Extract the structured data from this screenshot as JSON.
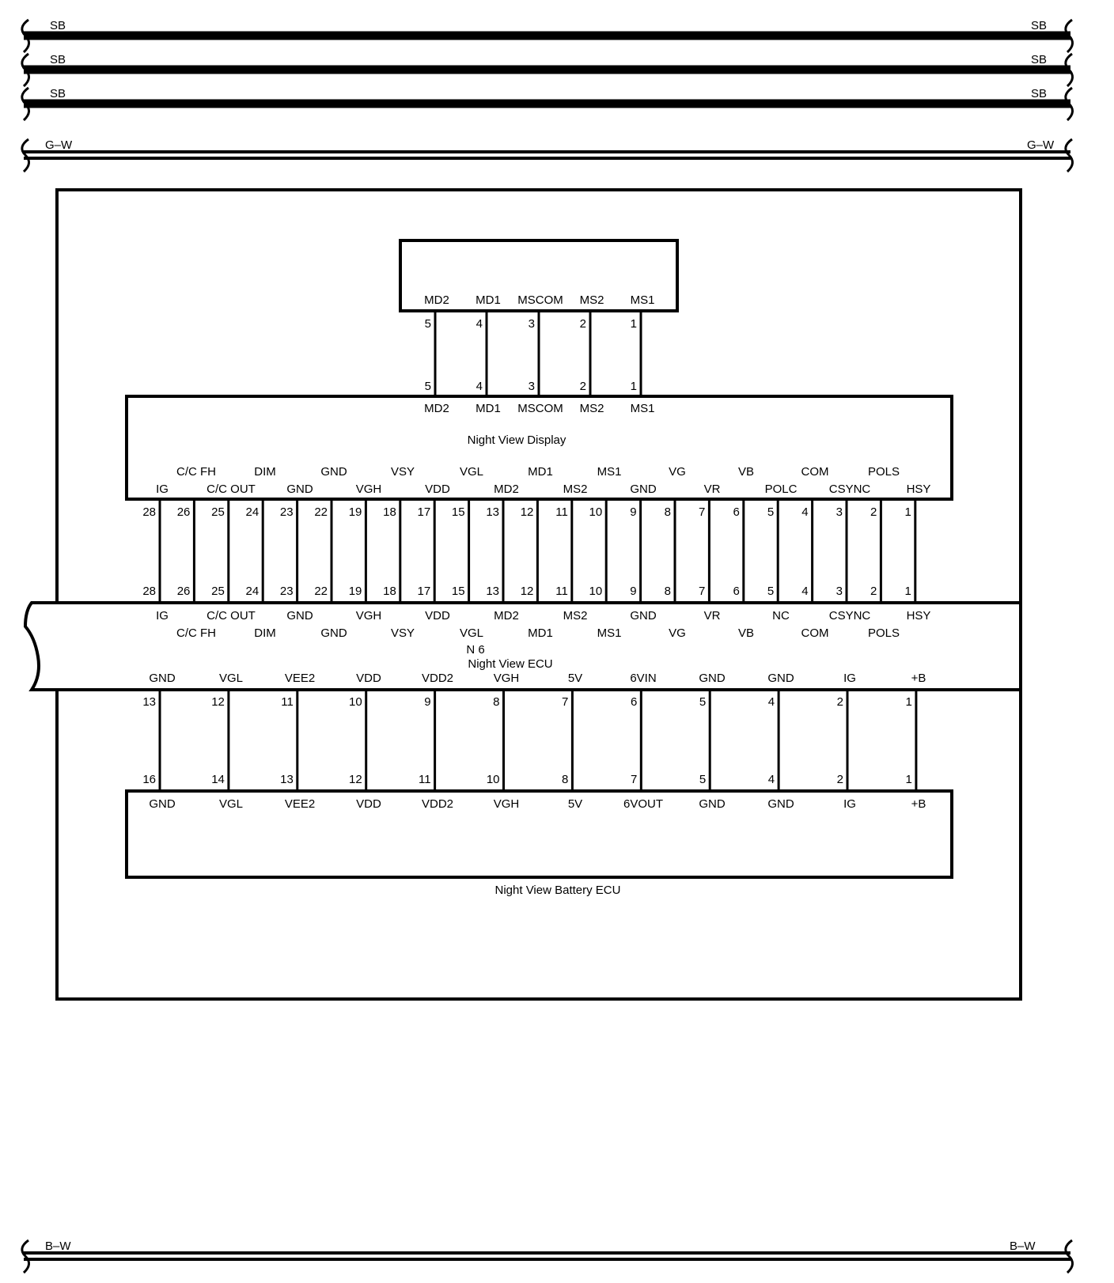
{
  "buses": [
    {
      "id": "sb1",
      "left": "SB",
      "right": "SB"
    },
    {
      "id": "sb2",
      "left": "SB",
      "right": "SB"
    },
    {
      "id": "sb3",
      "left": "SB",
      "right": "SB"
    },
    {
      "id": "gw",
      "left": "G–W",
      "right": "G–W"
    },
    {
      "id": "bw",
      "left": "B–W",
      "right": "B–W"
    }
  ],
  "top_connector": {
    "labels": [
      "MD2",
      "MD1",
      "MSCOM",
      "MS2",
      "MS1"
    ],
    "pins": [
      "5",
      "4",
      "3",
      "2",
      "1"
    ]
  },
  "night_view_display": {
    "name": "Night View Display",
    "top_pins": [
      "5",
      "4",
      "3",
      "2",
      "1"
    ],
    "top_labels": [
      "MD2",
      "MD1",
      "MSCOM",
      "MS2",
      "MS1"
    ],
    "bottom_labels_upper": [
      "C/C FH",
      "DIM",
      "GND",
      "VSY",
      "VGL",
      "MD1",
      "MS1",
      "VG",
      "VB",
      "COM",
      "POLS"
    ],
    "bottom_labels_lower": [
      "IG",
      "C/C OUT",
      "GND",
      "VGH",
      "VDD",
      "MD2",
      "MS2",
      "GND",
      "VR",
      "POLC",
      "CSYNC",
      "HSY"
    ],
    "bottom_pins": [
      "28",
      "26",
      "25",
      "24",
      "23",
      "22",
      "19",
      "18",
      "17",
      "15",
      "13",
      "12",
      "11",
      "10",
      "9",
      "8",
      "7",
      "6",
      "5",
      "4",
      "3",
      "2",
      "1"
    ]
  },
  "night_view_ecu": {
    "name": "Night View ECU",
    "code": "N 6",
    "top_pins": [
      "28",
      "26",
      "25",
      "24",
      "23",
      "22",
      "19",
      "18",
      "17",
      "15",
      "13",
      "12",
      "11",
      "10",
      "9",
      "8",
      "7",
      "6",
      "5",
      "4",
      "3",
      "2",
      "1"
    ],
    "labels_row1": [
      "IG",
      "C/C OUT",
      "GND",
      "VGH",
      "VDD",
      "MD2",
      "MS2",
      "GND",
      "VR",
      "NC",
      "CSYNC",
      "HSY"
    ],
    "labels_row2": [
      "C/C FH",
      "DIM",
      "GND",
      "VSY",
      "VGL",
      "MD1",
      "MS1",
      "VG",
      "VB",
      "COM",
      "POLS"
    ],
    "labels_row3": [
      "GND",
      "VGL",
      "VEE2",
      "VDD",
      "VDD2",
      "VGH",
      "5V",
      "6VIN",
      "GND",
      "GND",
      "IG",
      "+B"
    ],
    "bottom_pins": [
      "13",
      "12",
      "11",
      "10",
      "9",
      "8",
      "7",
      "6",
      "5",
      "4",
      "2",
      "1"
    ]
  },
  "night_view_battery_ecu": {
    "name": "Night View Battery ECU",
    "top_pins": [
      "16",
      "14",
      "13",
      "12",
      "11",
      "10",
      "8",
      "7",
      "5",
      "4",
      "2",
      "1"
    ],
    "labels": [
      "GND",
      "VGL",
      "VEE2",
      "VDD",
      "VDD2",
      "VGH",
      "5V",
      "6VOUT",
      "GND",
      "GND",
      "IG",
      "+B"
    ]
  }
}
